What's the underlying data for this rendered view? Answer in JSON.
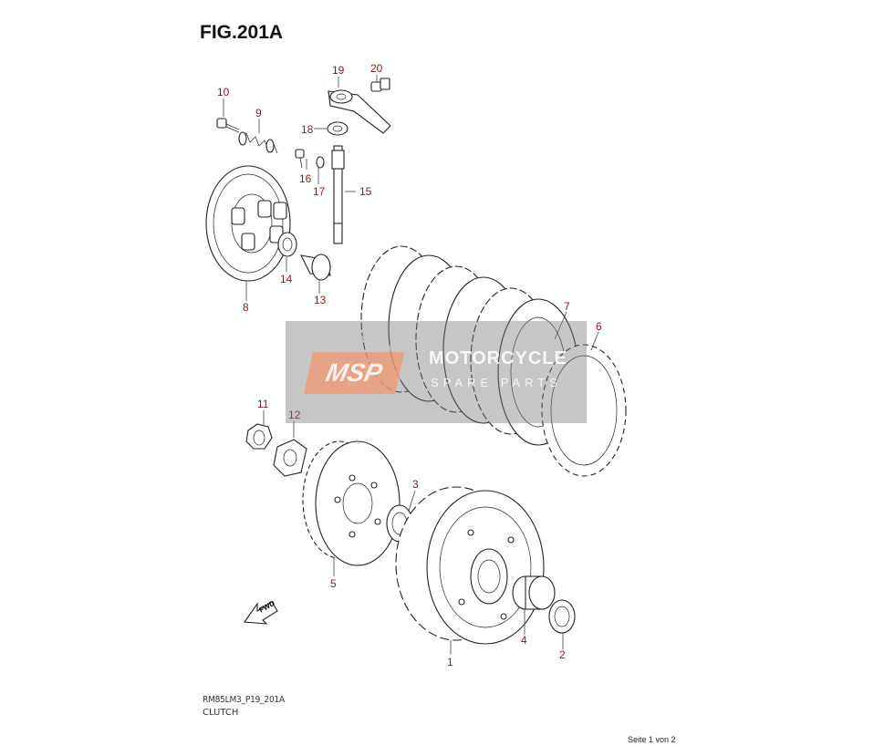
{
  "figure": {
    "title": "FIG.201A",
    "code": "RM85LM3_P19_201A",
    "name": "CLUTCH",
    "page": "Seite 1 von 2"
  },
  "watermark": {
    "logo_text": "MSP",
    "line1": "MOTORCYCLE",
    "line2": "SPARE PARTS"
  },
  "fwd_label": "FWD",
  "callouts": [
    "1",
    "2",
    "3",
    "4",
    "5",
    "6",
    "7",
    "8",
    "9",
    "10",
    "11",
    "12",
    "13",
    "14",
    "15",
    "16",
    "17",
    "18",
    "19",
    "20"
  ]
}
